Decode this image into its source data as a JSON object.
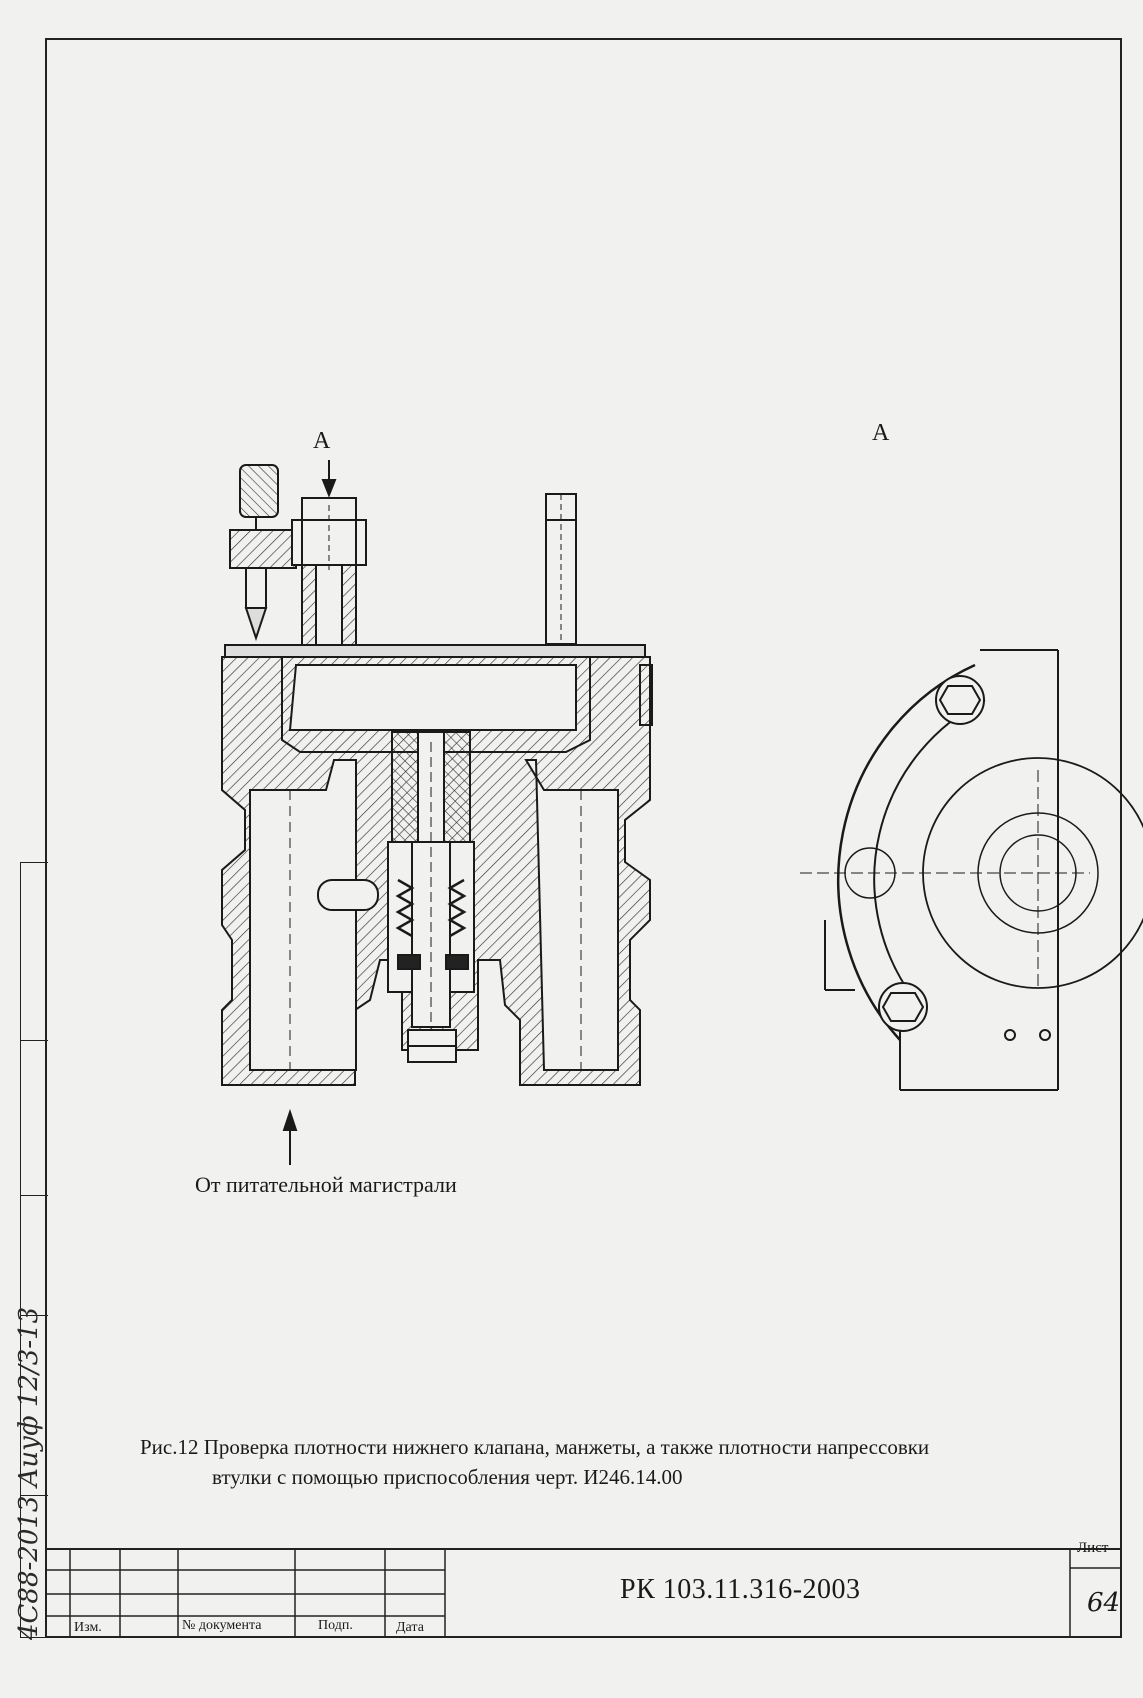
{
  "view_label_left": "A",
  "view_label_right": "A",
  "source_label": "От питательной магистрали",
  "caption": {
    "line1": "Рис.12 Проверка плотности нижнего клапана, манжеты, а также плотности напрессовки",
    "line2": "втулки с помощью приспособления черт. И246.14.00"
  },
  "title_block": {
    "doc_number": "РК 103.11.316-2003",
    "sheet_label": "Лист",
    "sheet_number": "64",
    "col_izm": "Изм.",
    "col_doc": "№ документа",
    "col_sign": "Подп.",
    "col_date": "Дата"
  },
  "side_strip_handwriting": "4С88-2013 Аиуф 12/3-13"
}
